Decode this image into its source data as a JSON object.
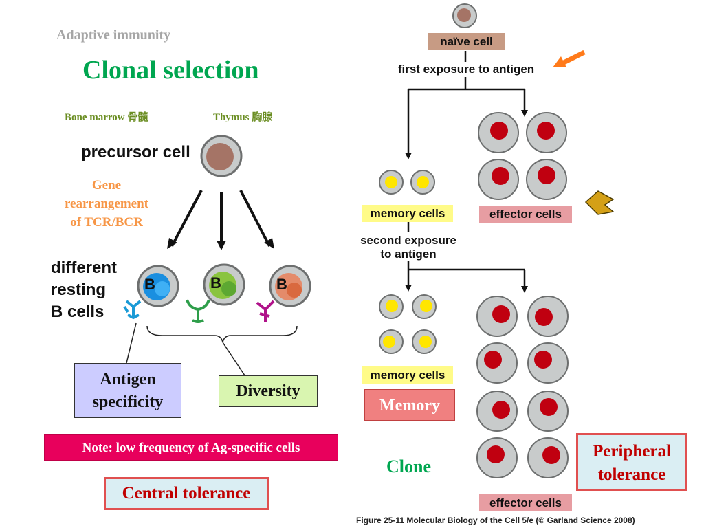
{
  "slide": {
    "subtitle": "Adaptive immunity",
    "title": "Clonal selection"
  },
  "left": {
    "organ_bone_marrow": "Bone marrow 骨髓",
    "organ_thymus": "Thymus 胸腺",
    "precursor_label": "precursor cell",
    "gene_label_line1": "Gene",
    "gene_label_line2": "rearrangement",
    "gene_label_line3": "of TCR/BCR",
    "resting_line1": "different",
    "resting_line2": "resting",
    "resting_line3": "B cells",
    "b_letter": "B",
    "specificity_line1": "Antigen",
    "specificity_line2": "specificity",
    "diversity": "Diversity",
    "note": "Note: low frequency of Ag-specific cells",
    "central_tolerance": "Central tolerance"
  },
  "figure": {
    "naive_cell": "naïve cell",
    "first_exposure": "first exposure to antigen",
    "memory_cells": "memory cells",
    "effector_cells": "effector cells",
    "second_exposure_line1": "second exposure",
    "second_exposure_line2": "to antigen",
    "caption": "Figure 25-11  Molecular Biology of the Cell 5/e (© Garland Science 2008)"
  },
  "right": {
    "memory": "Memory",
    "clone": "Clone",
    "peripheral_line1": "Peripheral",
    "peripheral_line2": "tolerance"
  },
  "colors": {
    "title_green": "#00a650",
    "note_magenta": "#e8005c",
    "tolerance_red": "#c00000",
    "effector_nucleus": "#c00010",
    "memory_nucleus": "#ffe600",
    "arrow_orange": "#ff7a1a",
    "chevron_gold": "#d4a017"
  }
}
